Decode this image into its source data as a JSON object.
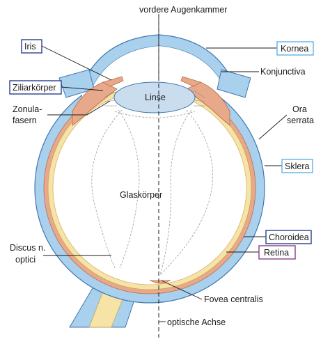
{
  "labels": {
    "anterior_chamber": "vordere Augenkammer",
    "iris": "Iris",
    "cornea": "Kornea",
    "ciliary_body": "Ziliarkörper",
    "conjunctiva": "Konjunctiva",
    "zonula_line1": "Zonula-",
    "zonula_line2": "fasern",
    "lens": "Linse",
    "ora_line1": "Ora",
    "ora_line2": "serrata",
    "sclera": "Sklera",
    "vitreous": "Glaskörper",
    "choroid": "Choroidea",
    "retina": "Retina",
    "disc_line1": "Discus n.",
    "disc_line2": "optici",
    "fovea": "Fovea centralis",
    "optic_axis": "optische Achse"
  },
  "colors": {
    "sclera": "#a9d0ec",
    "sclera_edge": "#3f78b0",
    "choroid": "#e8a98a",
    "retina": "#f6e3a6",
    "lens": "#c9ddef",
    "box_blue": "#5fb3e6",
    "box_navy": "#2b3f8f",
    "box_purple": "#8a3b8f"
  }
}
